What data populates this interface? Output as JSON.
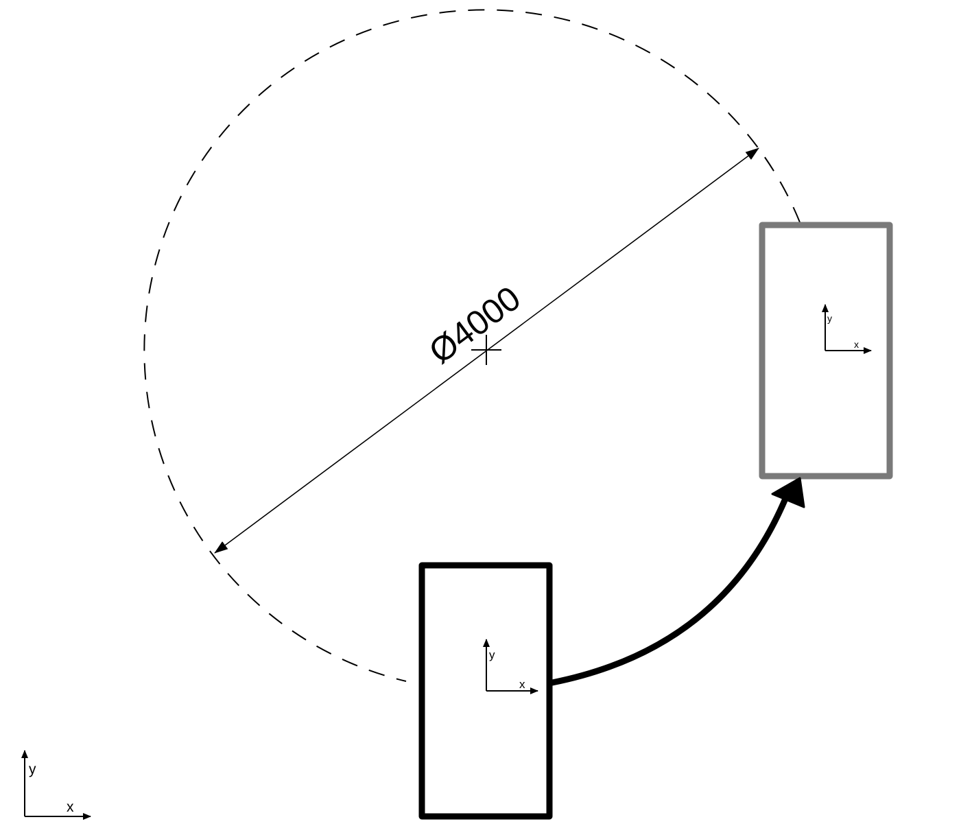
{
  "diameter_label": "Ø4000",
  "colors": {
    "stroke": "#000000",
    "target_box": "#7a7a7a",
    "background": "#ffffff"
  },
  "axes": {
    "global": {
      "x": "x",
      "y": "y"
    },
    "start_frame": {
      "x": "x",
      "y": "y"
    },
    "target_frame": {
      "x": "x",
      "y": "y"
    }
  }
}
